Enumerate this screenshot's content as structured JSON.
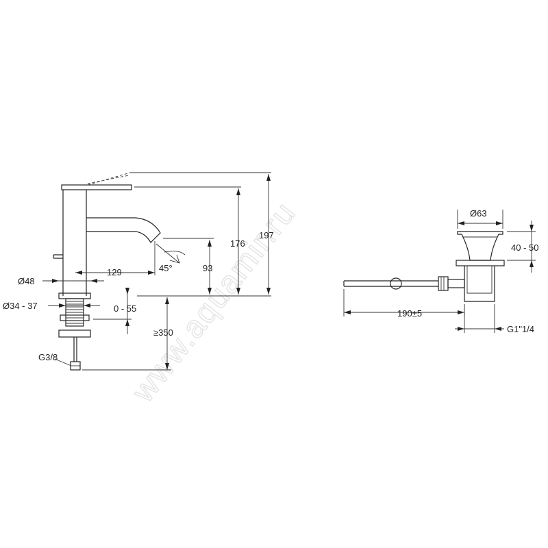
{
  "watermark": "www.aquamir.ru",
  "faucet": {
    "dims": {
      "height_total": "197",
      "height_spout_top": "176",
      "spout_height": "93",
      "spout_reach": "129",
      "angle": "45°",
      "base_diameter": "Ø48",
      "hole_diameter": "Ø34 - 37",
      "countertop_thickness": "0 - 55",
      "hose_length": "≥350",
      "connection": "G3/8"
    }
  },
  "drain": {
    "dims": {
      "top_diameter": "Ø63",
      "height_range": "40 - 50",
      "rod_length": "190±5",
      "thread": "G1\"1/4"
    }
  }
}
